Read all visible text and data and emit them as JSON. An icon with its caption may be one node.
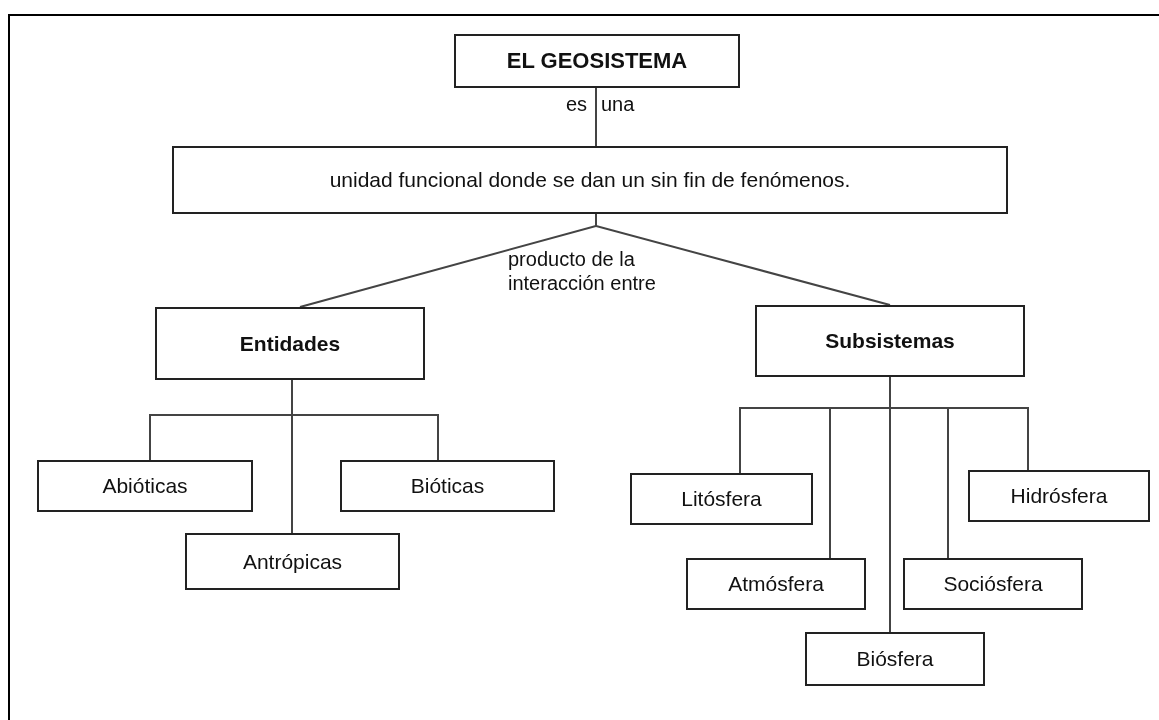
{
  "diagram": {
    "nodes": [
      {
        "text": [
          "EL GEOSISTEMA"
        ]
      },
      {
        "text": [
          "unidad funcional donde se dan un sin fin de fenómenos."
        ]
      },
      {
        "text": [
          "Entidades"
        ]
      },
      {
        "text": [
          "Subsistemas"
        ]
      },
      {
        "text": [
          "Abióticas"
        ]
      },
      {
        "text": [
          "Bióticas"
        ]
      },
      {
        "text": [
          "Antrópicas"
        ]
      },
      {
        "text": [
          "Litósfera"
        ]
      },
      {
        "text": [
          "Hidrósfera"
        ]
      },
      {
        "text": [
          "Atmósfera"
        ]
      },
      {
        "text": [
          "Sociósfera"
        ]
      },
      {
        "text": [
          "Biósfera"
        ]
      }
    ],
    "edges": [
      {
        "from": 0,
        "to": 1,
        "arrow": "none"
      },
      {
        "from": 1,
        "to": 2,
        "arrow": "none"
      },
      {
        "from": 1,
        "to": 3,
        "arrow": "none"
      },
      {
        "from": 2,
        "to": 4,
        "arrow": "none"
      },
      {
        "from": 2,
        "to": 5,
        "arrow": "none"
      },
      {
        "from": 2,
        "to": 6,
        "arrow": "none"
      },
      {
        "from": 3,
        "to": 7,
        "arrow": "none"
      },
      {
        "from": 3,
        "to": 8,
        "arrow": "none"
      },
      {
        "from": 3,
        "to": 9,
        "arrow": "none"
      },
      {
        "from": 3,
        "to": 10,
        "arrow": "none"
      },
      {
        "from": 3,
        "to": 11,
        "arrow": "none"
      }
    ],
    "labels": [
      "es",
      "una",
      "producto de la interacción entre"
    ]
  }
}
